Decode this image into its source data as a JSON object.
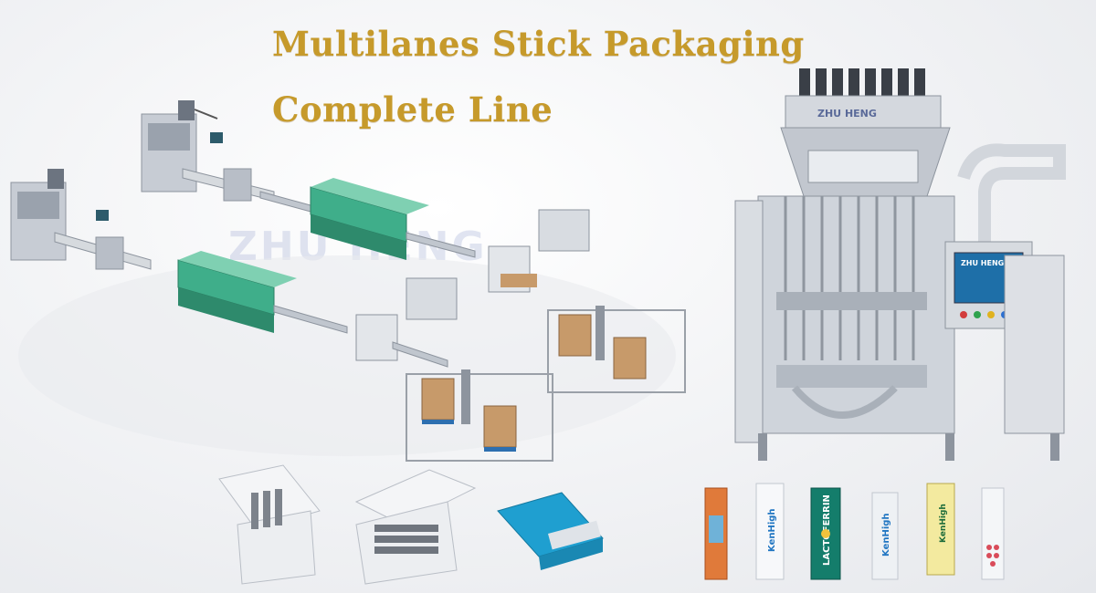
{
  "headline": {
    "line1": "Multilanes Stick Packaging",
    "line2": "Complete Line"
  },
  "brand": {
    "watermark": "ZHU HENG",
    "machine_badge": "ZHU HENG",
    "panel_badge": "ZHU HENG"
  },
  "product_labels": {
    "kenhigh": "KenHigh",
    "lactoferrin": "LACTOFERRIN"
  },
  "colors": {
    "headline_gold": "#c69a2b",
    "machine_steel": "#c9ced6",
    "conveyor_green": "#3fae8a",
    "carton_brown": "#c79a6a",
    "carton_blue": "#1f9fd0"
  }
}
